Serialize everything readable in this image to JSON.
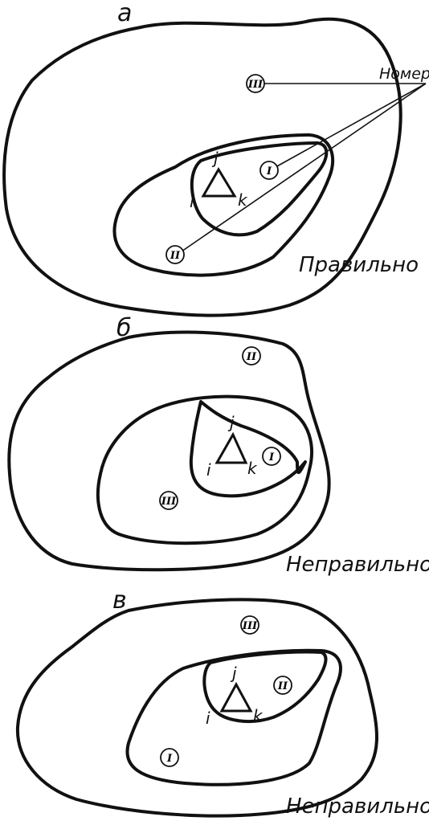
{
  "panels": [
    {
      "letter": "а",
      "caption": "Правильно",
      "vertices": {
        "i": "i",
        "j": "j",
        "k": "k"
      },
      "zones": {
        "inner": "I",
        "middle": "II",
        "outer": "III"
      },
      "leader_label": "Номер"
    },
    {
      "letter": "б",
      "caption": "Неправильно",
      "vertices": {
        "i": "i",
        "j": "j",
        "k": "k"
      },
      "zones": {
        "inner": "I",
        "outer": "II",
        "middle": "III"
      }
    },
    {
      "letter": "в",
      "caption": "Неправильно",
      "vertices": {
        "i": "i",
        "j": "j",
        "k": "k"
      },
      "zones": {
        "inner": "II",
        "middle": "I",
        "outer": "III"
      }
    }
  ]
}
